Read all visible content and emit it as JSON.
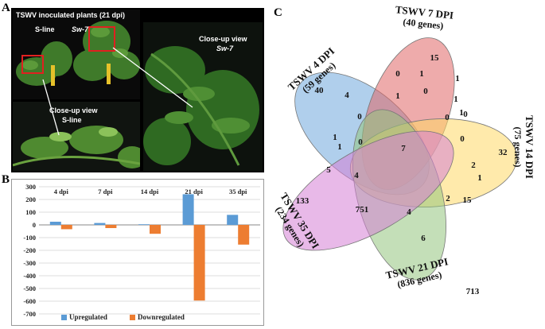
{
  "panels": {
    "a": "A",
    "b": "B",
    "c": "C"
  },
  "photo_panel": {
    "title": "TSWV inoculated plants (21 dpi)",
    "s_line": "S-line",
    "sw7": "Sw-7",
    "closeup_sw7_line1": "Close-up view",
    "closeup_sw7_line2": "Sw-7",
    "closeup_s_line1": "Close-up  view",
    "closeup_s_line2": "S-line"
  },
  "chart_data": {
    "type": "bar",
    "categories": [
      "4 dpi",
      "7 dpi",
      "14 dpi",
      "21 dpi",
      "35 dpi"
    ],
    "series": [
      {
        "name": "Upregulated",
        "color": "#5b9bd5",
        "values": [
          25,
          15,
          5,
          241,
          79
        ]
      },
      {
        "name": "Downregulated",
        "color": "#ed7d31",
        "values": [
          -34,
          -25,
          -70,
          -595,
          -155
        ]
      }
    ],
    "ylim": [
      -700,
      300
    ],
    "yticks": [
      300,
      200,
      100,
      0,
      -100,
      -200,
      -300,
      -400,
      -500,
      -600,
      -700
    ],
    "grid": true,
    "legend": "bottom"
  },
  "venn": {
    "sets": [
      {
        "title": "TSWV 4 DPI",
        "subtitle": "(59 genes)",
        "color": "#6fa8dc"
      },
      {
        "title": "TSWV 7 DPI",
        "subtitle": "(40 genes)",
        "color": "#e06666"
      },
      {
        "title": "TSWV 14 DPI",
        "subtitle": "(75 genes)",
        "color": "#ffd966"
      },
      {
        "title": "TSWV 21 DPI",
        "subtitle": "(836 genes)",
        "color": "#93c47d"
      },
      {
        "title": "TSWV 35 DPI",
        "subtitle": "(234 genes)",
        "color": "#d580d5"
      }
    ],
    "counts": [
      "15",
      "40",
      "0",
      "1",
      "1",
      "4",
      "0",
      "1",
      "1",
      "0",
      "0",
      "1",
      "0",
      "7",
      "0",
      "32",
      "1",
      "2",
      "0",
      "1",
      "5",
      "4",
      "1",
      "133",
      "751",
      "4",
      "2",
      "15",
      "6",
      "713"
    ]
  }
}
